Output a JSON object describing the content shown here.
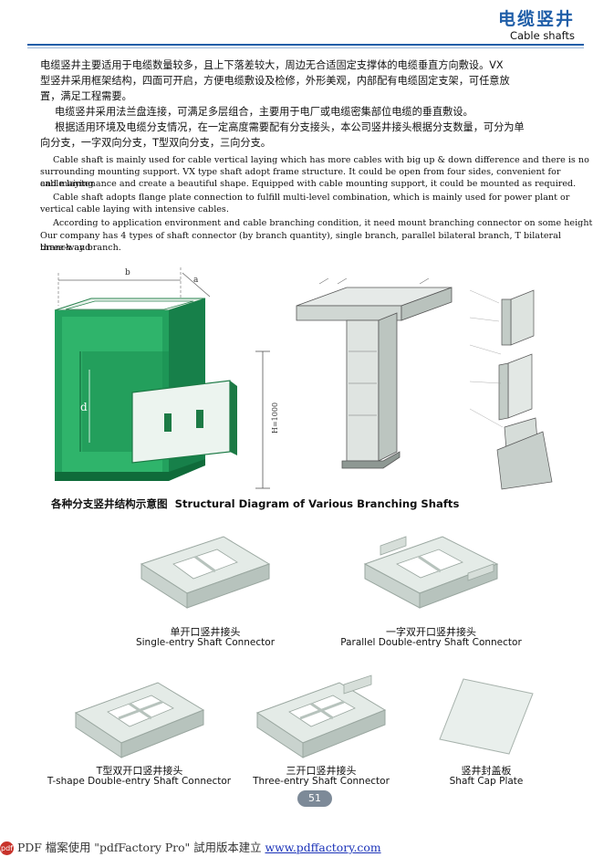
{
  "header": {
    "title_zh": "电缆竖井",
    "title_en": "Cable   shafts"
  },
  "body_zh": {
    "p1_line1": "电缆竖井主要适用于电缆数量较多，且上下落差较大，周边无合适固定支撑体的电缆垂直方向敷设。VX",
    "p1_line2": "型竖井采用框架结构，四面可开启，方便电缆敷设及检修，外形美观，内部配有电缆固定支架，可任意放",
    "p1_line3": "置，满足工程需要。",
    "p2": "电缆竖井采用法兰盘连接，可满足多层组合，主要用于电厂或电缆密集部位电缆的垂直敷设。",
    "p3_line1": "根据适用环境及电缆分支情况，在一定高度需要配有分支接头，本公司竖井接头根据分支数量，可分为单",
    "p3_line2": "向分支，一字双向分支，T型双向分支，三向分支。"
  },
  "body_en": {
    "l1": "Cable shaft is mainly used for cable vertical laying which has more cables with big up & down difference and there is no",
    "l2": "surrounding mounting support. VX type shaft adopt frame structure. It could be open from four sides, convenient for cable laying",
    "l3": "and maintenance and create a beautiful shape. Equipped with cable mounting support, it could be mounted as required.",
    "l4": "Cable shaft adopts flange plate connection to fulfill multi-level combination, which is mainly used for power plant or",
    "l5": "vertical cable laying with intensive cables.",
    "l6": "According to application environment and cable branching condition, it need mount branching connector on some height.",
    "l7": "Our company has 4 types of shaft connector (by branch quantity), single branch, parallel bilateral branch, T bilateral branch and",
    "l8": "three-way branch."
  },
  "figure_labels": {
    "dim_b": "b",
    "dim_a": "a",
    "dim_d": "d",
    "dim_h": "H=1000"
  },
  "section_caption": {
    "zh": "各种分支竖井结构示意图",
    "en": "Structural Diagram of Various Branching Shafts"
  },
  "connectors": [
    {
      "zh": "单开口竖井接头",
      "en": "Single-entry Shaft Connector"
    },
    {
      "zh": "一字双开口竖井接头",
      "en": "Parallel Double-entry Shaft Connector"
    },
    {
      "zh": "T型双开口竖井接头",
      "en": "T-shape Double-entry Shaft Connector"
    },
    {
      "zh": "三开口竖井接头",
      "en": "Three-entry Shaft Connector"
    },
    {
      "zh": "竖井封盖板",
      "en": "Shaft Cap Plate"
    }
  ],
  "page_number": "51",
  "footer": {
    "badge": "pdf",
    "text": "PDF 檔案使用 \"pdfFactory Pro\" 試用版本建立 ",
    "link": "www.pdffactory.com"
  },
  "colors": {
    "accent_blue": "#1f5ea8",
    "shaft_green": "#1f9a5a",
    "panel_gray": "#dfe6e2"
  }
}
